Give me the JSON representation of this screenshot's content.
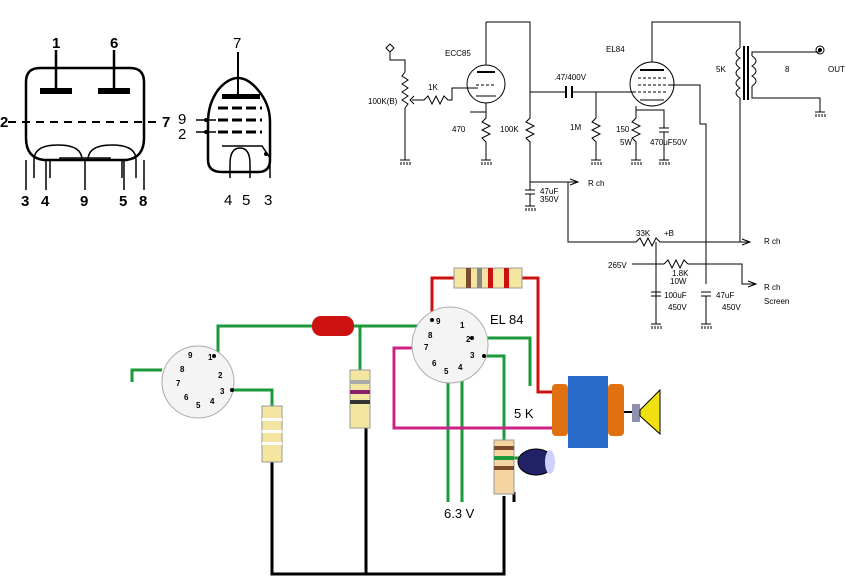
{
  "ecc85_pinout": {
    "pins": [
      "1",
      "6",
      "2",
      "7",
      "3",
      "4",
      "9",
      "5",
      "8"
    ]
  },
  "el84_pinout": {
    "pins": [
      "7",
      "9",
      "2",
      "4",
      "5",
      "3"
    ]
  },
  "schematic": {
    "tube1": "ECC85",
    "tube2": "EL84",
    "pot": "100K(B)",
    "grid_res": "1K",
    "cathode_res1": "470",
    "plate_res": "100K",
    "coupling_cap": ".47/400V",
    "grid_leak": "1M",
    "cathode_res2": "150",
    "cathode_res2_w": "5W",
    "cathode_cap": "470uF50V",
    "transformer_z": "5K",
    "speaker_z": "8",
    "out": "OUT",
    "filter1": "47uF",
    "filter1_v": "350V",
    "r_ch_1": "R ch",
    "drop_res": "33K",
    "b_plus": "+B",
    "r_ch_2": "R ch",
    "supply_v": "265V",
    "choke_res": "1.8K",
    "choke_res_w": "10W",
    "cap_100": "100uF",
    "cap_100_v": "450V",
    "cap_47": "47uF",
    "cap_47_v": "450V",
    "r_ch_3": "R ch",
    "screen": "Screen"
  },
  "layout": {
    "el84_label": "EL 84",
    "transformer_label": "5 K",
    "heater_label": "6.3 V",
    "socket_left_pins": [
      "9",
      "1",
      "8",
      "2",
      "7",
      "3",
      "6",
      "4",
      "5"
    ],
    "socket_right_pins": [
      "9",
      "1",
      "8",
      "2",
      "7",
      "3",
      "6",
      "4",
      "5"
    ]
  }
}
